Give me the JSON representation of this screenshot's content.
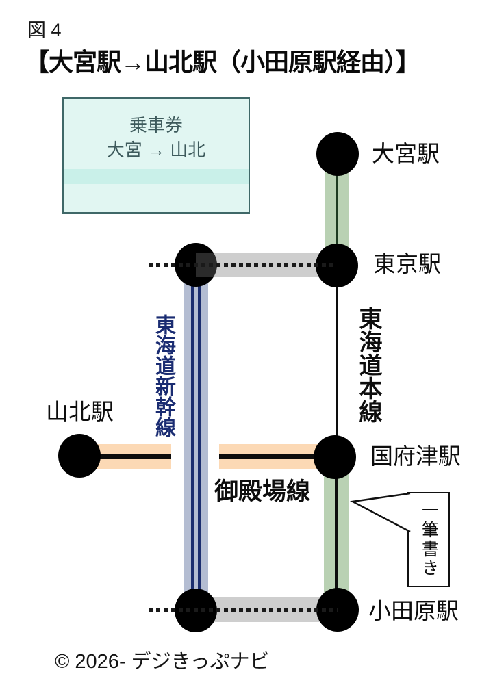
{
  "figure_label": "図 4",
  "title": "【大宮駅→山北駅（小田原駅経由）】",
  "ticket": {
    "type_label": "乗車券",
    "route": "大宮 → 山北"
  },
  "stations": {
    "omiya": "大宮駅",
    "tokyo": "東京駅",
    "kozu": "国府津駅",
    "yamakita": "山北駅",
    "odawara": "小田原駅"
  },
  "lines": {
    "shinkansen": "東海道新幹線",
    "tokaido_main": "東海道本線",
    "gotemba": "御殿場線"
  },
  "callout": {
    "label": "一筆書き"
  },
  "copyright": "© 2026- デジきっぷナビ",
  "colors": {
    "route_green_band": "#b9d1b3",
    "route_green_center_line": "#1d3a20",
    "gotemba_orange_band": "#fcd9b5",
    "shinkansen_band": "#b4bdd2",
    "shinkansen_stripe_navy": "#1c2e6f",
    "shinkansen_label_navy": "#1a2c72",
    "transfer_gray_band": "#d2d2d2",
    "black_line": "#0d0d0d",
    "ticket_background": "#e1f6f2",
    "ticket_stripe": "#c9f0e9",
    "ticket_border": "#3f6868",
    "ticket_text": "#3d5a5c"
  }
}
